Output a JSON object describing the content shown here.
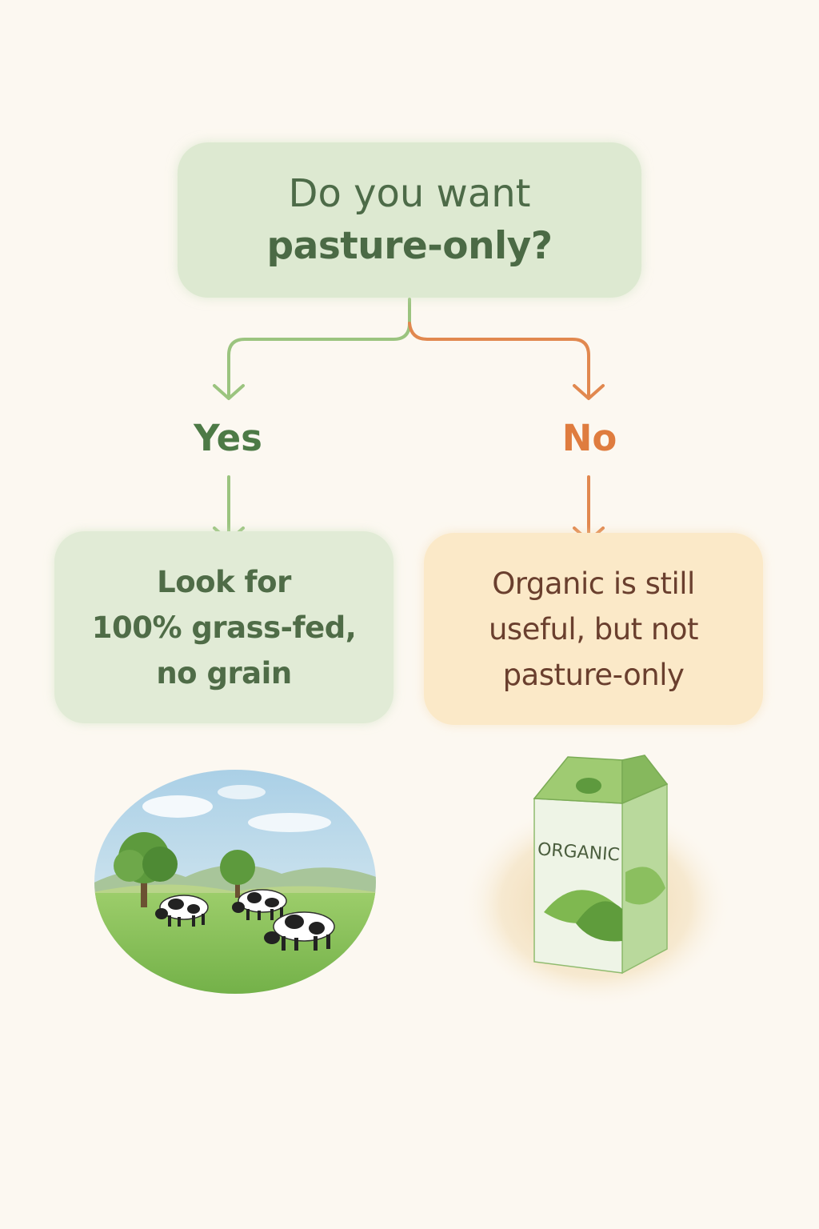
{
  "question": {
    "line1": "Do you want",
    "line2": "pasture-only?"
  },
  "branches": {
    "yes": {
      "label": "Yes",
      "result_lines": [
        "Look for",
        "100% grass-fed,",
        "no grain"
      ],
      "color": "#4d7a46",
      "arrow_color": "#9bc47f",
      "box_color": "#e1ebd6"
    },
    "no": {
      "label": "No",
      "result_lines": [
        "Organic is still",
        "useful, but not",
        "pasture-only"
      ],
      "color": "#df7c3f",
      "arrow_color": "#e1884f",
      "box_color": "#fbe9c8"
    }
  },
  "illustrations": {
    "yes": "grazing-cows-pasture",
    "no": "organic-milk-carton",
    "carton_label": "ORGANIC"
  }
}
